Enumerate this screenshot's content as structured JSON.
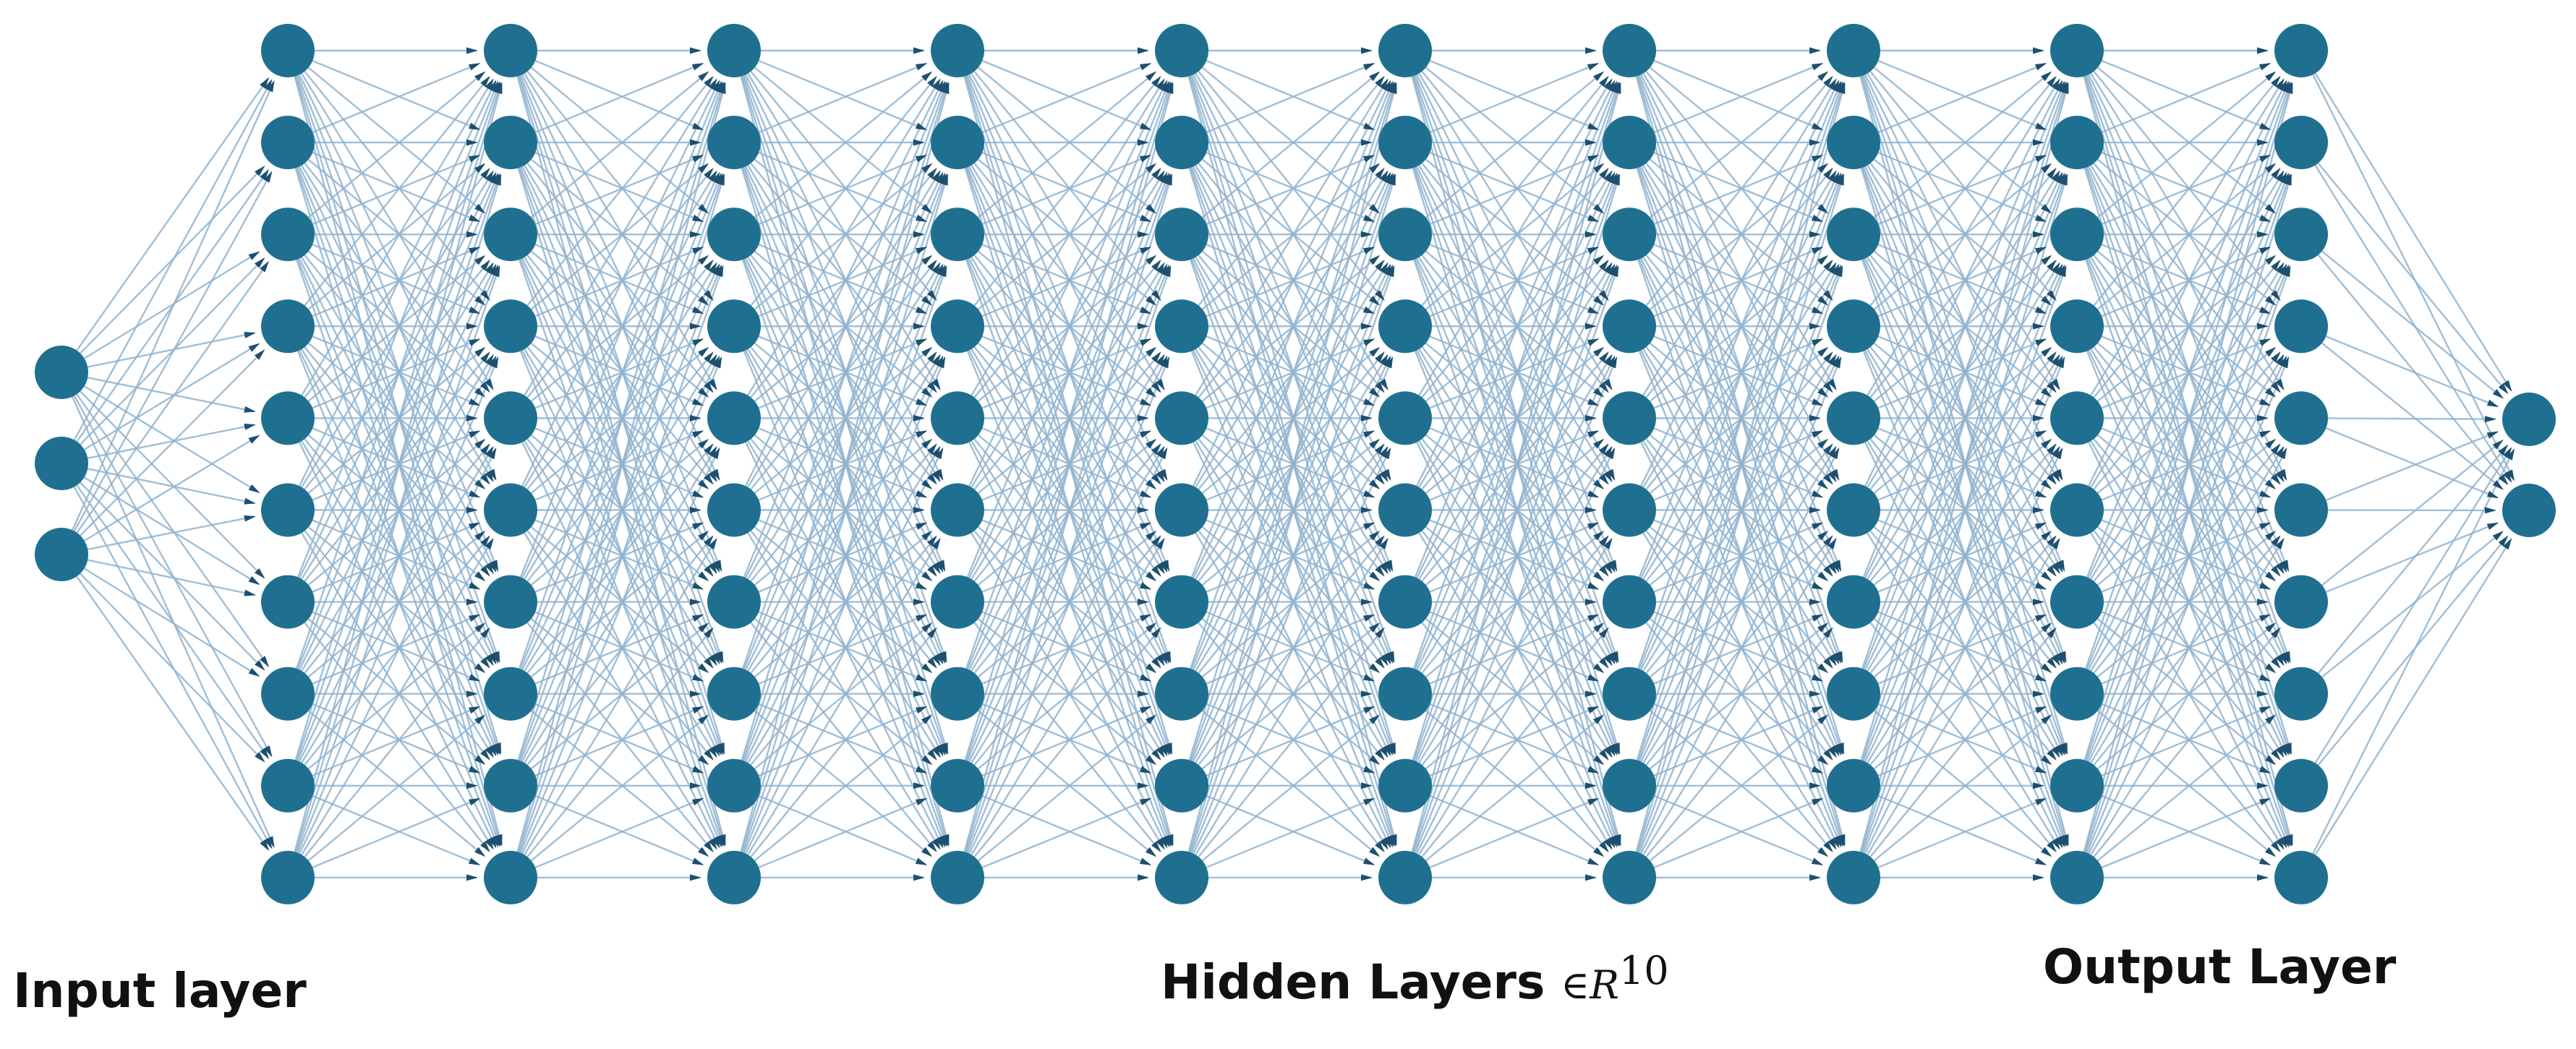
{
  "labels": {
    "input": "Input layer",
    "hidden": "Hidden Layers",
    "hidden_member": "∈",
    "hidden_space": "R",
    "hidden_dim": "10",
    "output": "Output Layer"
  },
  "network": {
    "layer_sizes": [
      3,
      10,
      10,
      10,
      10,
      10,
      10,
      10,
      10,
      10,
      10,
      2
    ],
    "fully_connected": true
  },
  "colors": {
    "node": "#1f7090",
    "edge": "#8fb3cf",
    "arrow": "#1e4f6e",
    "text": "#111111"
  }
}
